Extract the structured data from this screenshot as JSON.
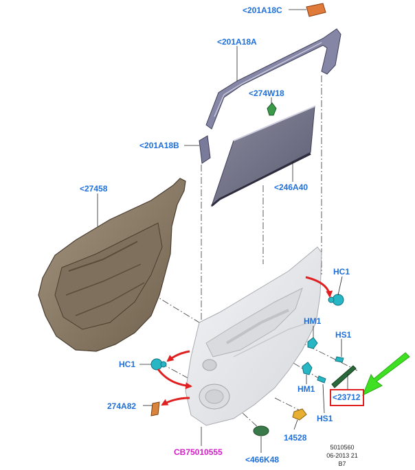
{
  "diagram": {
    "callouts": {
      "c201A18C": "<201A18C",
      "c201A18A": "<201A18A",
      "c274W18": "<274W18",
      "c201A18B": "<201A18B",
      "c27458": "<27458",
      "c246A40": "<246A40",
      "hc1_right": "HC1",
      "hm1_top": "HM1",
      "hs1_top": "HS1",
      "hc1_left": "HC1",
      "c23712": "<23712",
      "hm1_bottom": "HM1",
      "c274A82": "274A82",
      "hs1_bottom": "HS1",
      "c14528": "14528",
      "cb75": "CB75010555",
      "c466K48": "<466K48"
    },
    "reference": {
      "line1": "5010560",
      "line2": "06-2013 21",
      "line3": "B7"
    },
    "highlighted_part": "<23712"
  },
  "colors": {
    "callout_blue": "#1e6fd9",
    "callout_magenta": "#d21fc8",
    "arrow_red": "#e02020",
    "arrow_green": "#3ee021",
    "clip_cyan": "#27b6c4",
    "panel_gray": "#e6e7ea",
    "watershield_brown": "#8d7c66",
    "trim_purple": "#7a7a9a",
    "orange_part": "#e07a3a"
  }
}
